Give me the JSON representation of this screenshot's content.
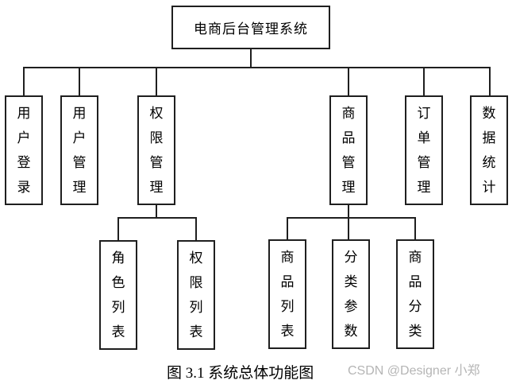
{
  "colors": {
    "line": "#1f1f1f",
    "text": "#000000",
    "watermark": "#b5b5b5",
    "background": "#ffffff"
  },
  "diagram": {
    "root": {
      "label": "电商后台管理系统"
    },
    "level2": [
      {
        "id": "user-login",
        "label": "用户登录"
      },
      {
        "id": "user-management",
        "label": "用户管理"
      },
      {
        "id": "permission-management",
        "label": "权限管理"
      },
      {
        "id": "product-management",
        "label": "商品管理"
      },
      {
        "id": "order-management",
        "label": "订单管理"
      },
      {
        "id": "data-statistics",
        "label": "数据统计"
      }
    ],
    "permission_children": [
      {
        "id": "role-list",
        "label": "角色列表"
      },
      {
        "id": "permission-list",
        "label": "权限列表"
      }
    ],
    "product_children": [
      {
        "id": "product-list",
        "label": "商品列表"
      },
      {
        "id": "category-params",
        "label": "分类参数"
      },
      {
        "id": "product-category",
        "label": "商品分类"
      }
    ],
    "caption": "图 3.1 系统总体功能图",
    "watermark": "CSDN @Designer 小郑"
  }
}
